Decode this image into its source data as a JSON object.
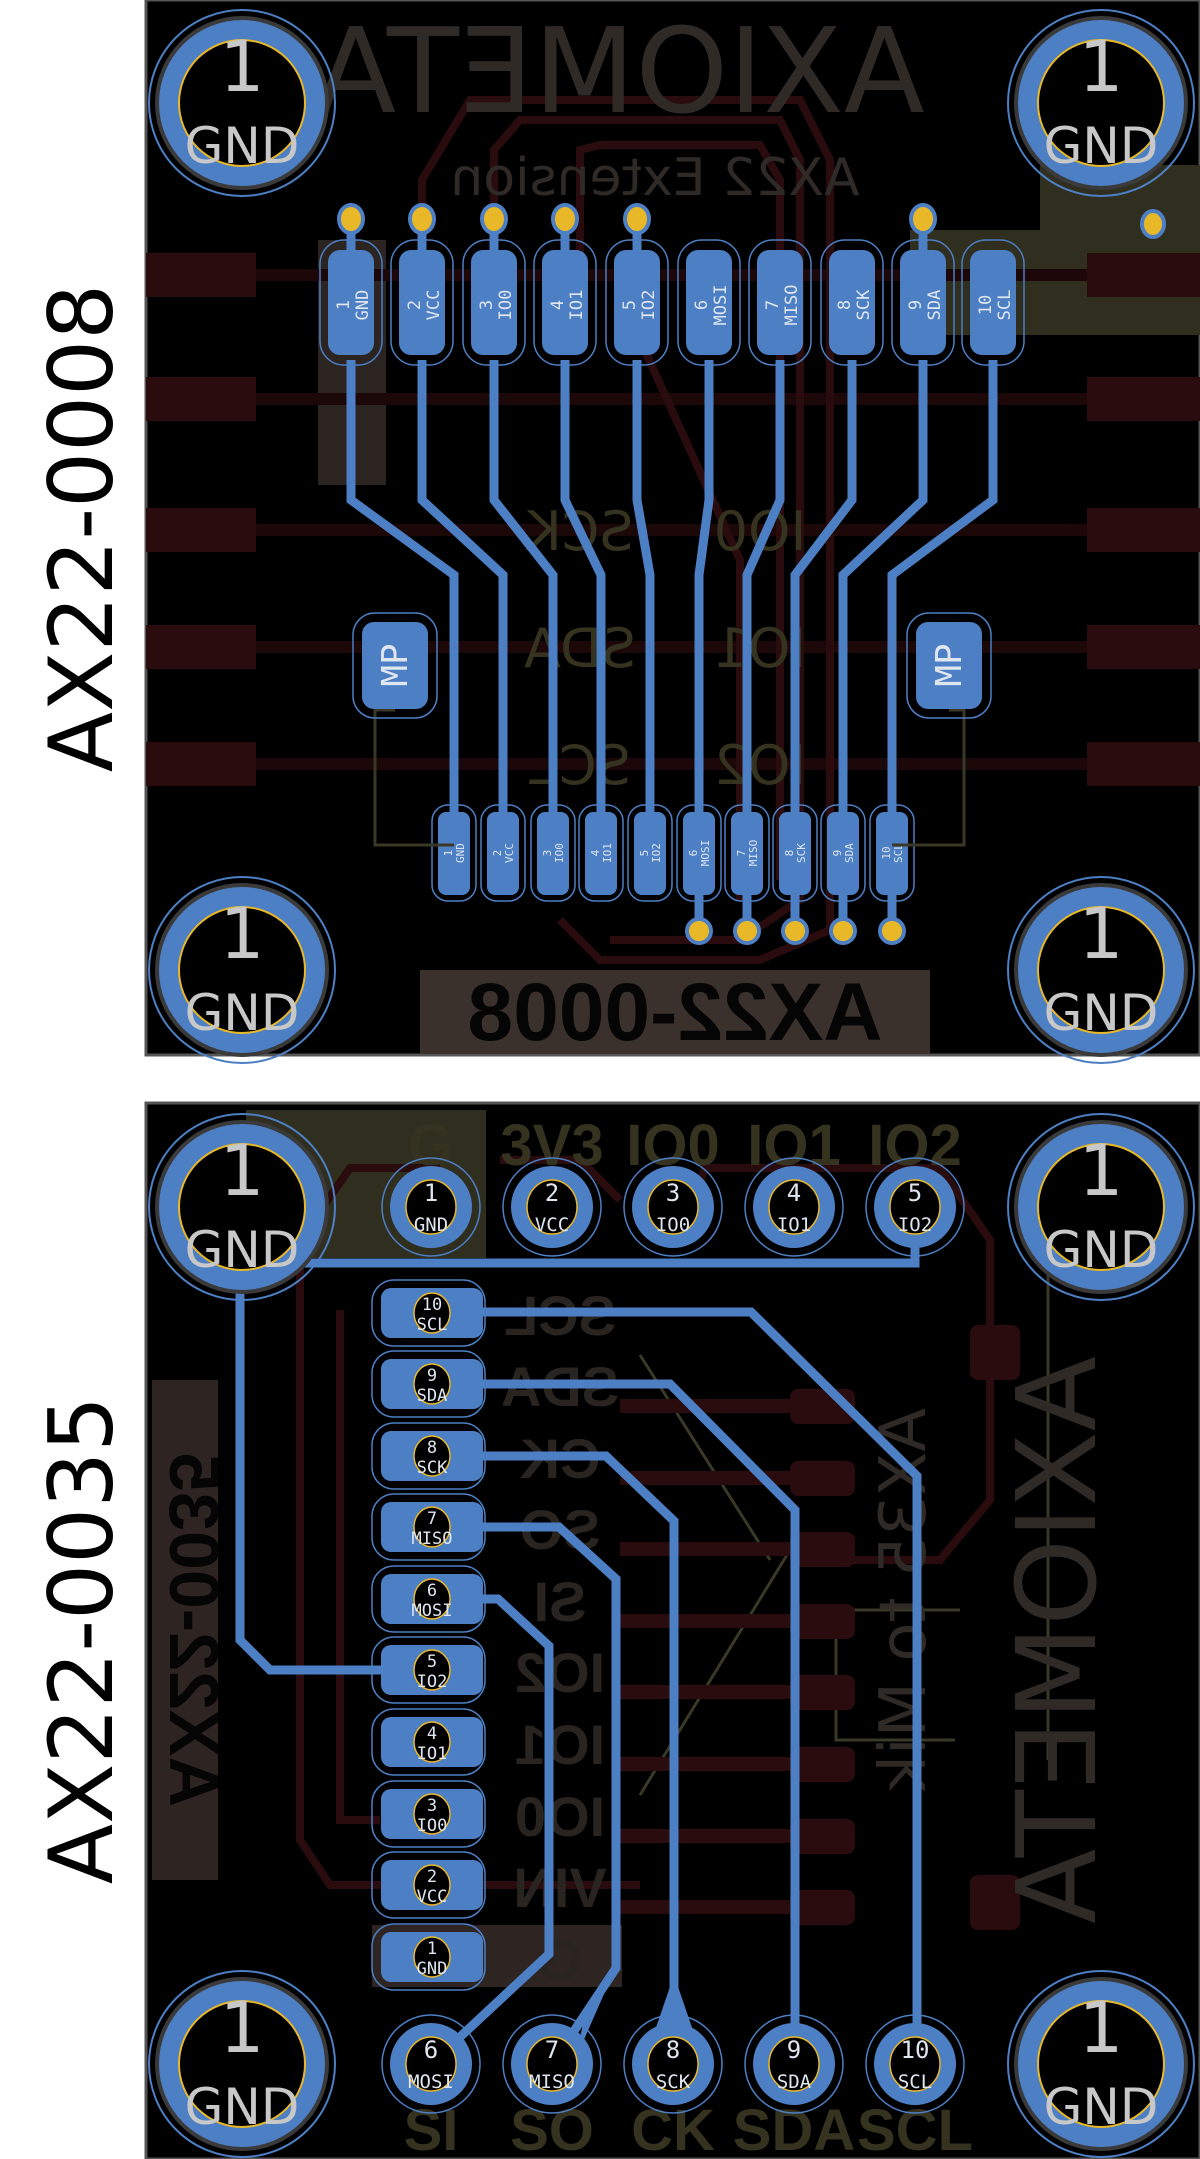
{
  "panels": [
    {
      "title": "AX22-0008",
      "hole_label_num": "1",
      "hole_label_net": "GND",
      "top_pads": [
        {
          "num": "1",
          "net": "GND"
        },
        {
          "num": "2",
          "net": "VCC"
        },
        {
          "num": "3",
          "net": "IO0"
        },
        {
          "num": "4",
          "net": "IO1"
        },
        {
          "num": "5",
          "net": "IO2"
        },
        {
          "num": "6",
          "net": "MOSI"
        },
        {
          "num": "7",
          "net": "MISO"
        },
        {
          "num": "8",
          "net": "SCK"
        },
        {
          "num": "9",
          "net": "SDA"
        },
        {
          "num": "10",
          "net": "SCL"
        }
      ],
      "bottom_pads": [
        {
          "num": "1",
          "net": "GND"
        },
        {
          "num": "2",
          "net": "VCC"
        },
        {
          "num": "3",
          "net": "IO0"
        },
        {
          "num": "4",
          "net": "IO1"
        },
        {
          "num": "5",
          "net": "IO2"
        },
        {
          "num": "6",
          "net": "MOSI"
        },
        {
          "num": "7",
          "net": "MISO"
        },
        {
          "num": "8",
          "net": "SCK"
        },
        {
          "num": "9",
          "net": "SDA"
        },
        {
          "num": "10",
          "net": "SCL"
        }
      ],
      "mp_label": "MP",
      "silk_logo": "AXIOMETA",
      "silk_subtitle": "AX22 Extension",
      "silk_part": "AX22-0008",
      "silk_mid": [
        "SCK",
        "IO0",
        "SDA",
        "IO1",
        "SCL",
        "IO2"
      ]
    },
    {
      "title": "AX22-0035",
      "hole_label_num": "1",
      "hole_label_net": "GND",
      "header_top": [
        {
          "num": "1",
          "net": "GND"
        },
        {
          "num": "2",
          "net": "VCC"
        },
        {
          "num": "3",
          "net": "IO0"
        },
        {
          "num": "4",
          "net": "IO1"
        },
        {
          "num": "5",
          "net": "IO2"
        }
      ],
      "header_bottom": [
        {
          "num": "6",
          "net": "MOSI"
        },
        {
          "num": "7",
          "net": "MISO"
        },
        {
          "num": "8",
          "net": "SCK"
        },
        {
          "num": "9",
          "net": "SDA"
        },
        {
          "num": "10",
          "net": "SCL"
        }
      ],
      "side_pads": [
        {
          "num": "10",
          "net": "SCL"
        },
        {
          "num": "9",
          "net": "SDA"
        },
        {
          "num": "8",
          "net": "SCK"
        },
        {
          "num": "7",
          "net": "MISO"
        },
        {
          "num": "6",
          "net": "MOSI"
        },
        {
          "num": "5",
          "net": "IO2"
        },
        {
          "num": "4",
          "net": "IO1"
        },
        {
          "num": "3",
          "net": "IO0"
        },
        {
          "num": "2",
          "net": "VCC"
        },
        {
          "num": "1",
          "net": "GND"
        }
      ],
      "silk_top": [
        "G",
        "3V3",
        "IO0",
        "IO1",
        "IO2"
      ],
      "silk_bottom": [
        "SI",
        "SO",
        "CK",
        "SDA",
        "SCL"
      ],
      "silk_side": [
        "SCL",
        "SDA",
        "CK",
        "SO",
        "SI",
        "IO2",
        "IO1",
        "IO0",
        "VIN",
        "G"
      ],
      "silk_logo": "AXIOMETA",
      "silk_part": "AX22-0035",
      "silk_note": "AX35 to Mik"
    }
  ],
  "colors": {
    "board": "#000000",
    "copper_top": "#4d7fc4",
    "copper_bottom": "#2a0c0e",
    "drill": "#e8b828",
    "silk": "#3b332f"
  }
}
